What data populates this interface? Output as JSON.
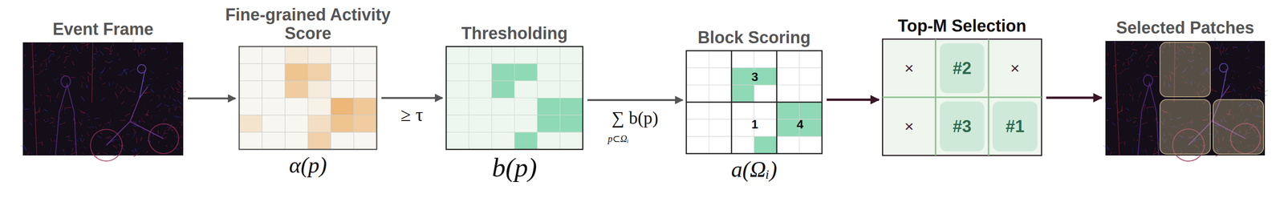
{
  "diagram": {
    "nodes": [
      {
        "text": [
          "Event Frame"
        ]
      },
      {
        "text": [
          "Fine-grained Activity Score",
          "α(p)"
        ]
      },
      {
        "text": [
          "Thresholding",
          "b(p)"
        ]
      },
      {
        "text": [
          "Block Scoring",
          "a(Ωᵢ)"
        ]
      },
      {
        "text": [
          "Top-M Selection"
        ]
      },
      {
        "text": [
          "#2"
        ],
        "in": 4
      },
      {
        "text": [
          "#3"
        ],
        "in": 4
      },
      {
        "text": [
          "#1"
        ],
        "in": 4
      },
      {
        "text": [
          "Selected Patches"
        ]
      }
    ],
    "edges": [
      {
        "from": 0,
        "to": 1,
        "arrow": "to"
      },
      {
        "from": 1,
        "to": 2,
        "arrow": "to",
        "label": "≥ τ"
      },
      {
        "from": 2,
        "to": 3,
        "arrow": "to",
        "label": "∑ b(p)"
      },
      {
        "from": 3,
        "to": 4,
        "arrow": "to"
      },
      {
        "from": 4,
        "to": 8,
        "arrow": "to"
      }
    ],
    "labels": [
      "3",
      "1",
      "4",
      "×",
      "×",
      "×",
      "p⊂Ωᵢ"
    ]
  }
}
